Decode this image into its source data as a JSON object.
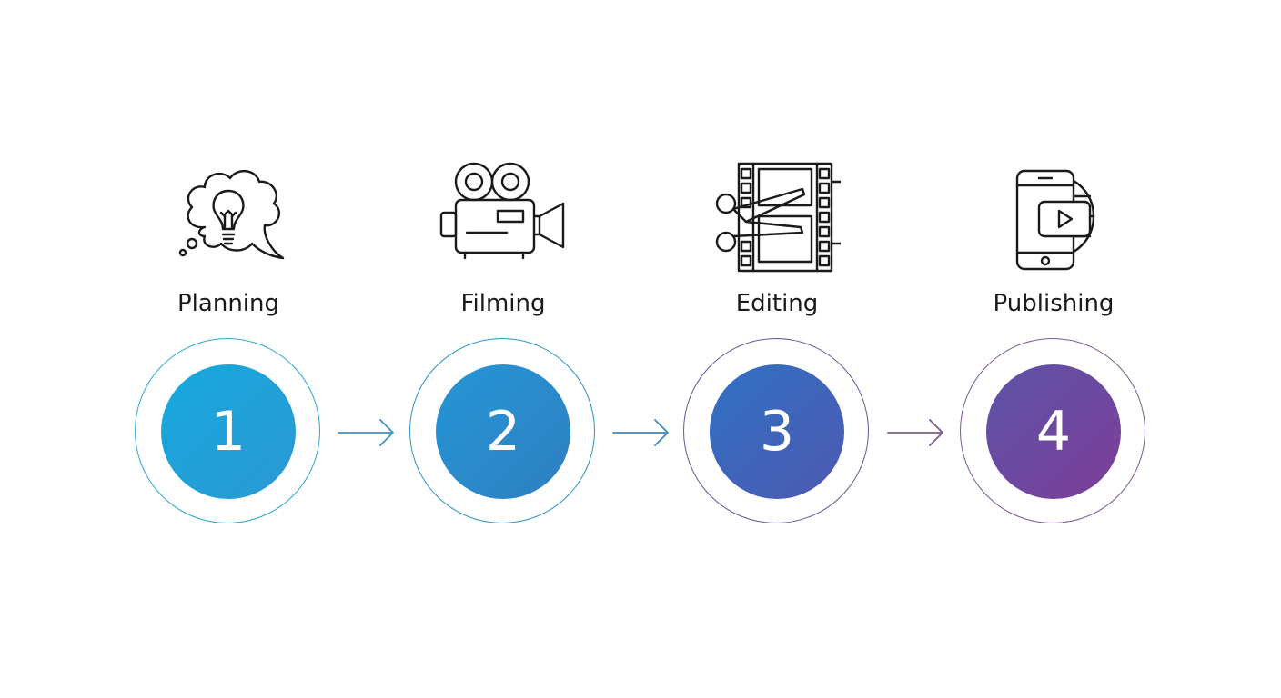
{
  "steps": [
    {
      "number": "1",
      "label": "Planning",
      "icon": "thought-bubble-lightbulb-icon",
      "ring_color": "#2ba6d3",
      "disc_from": "#15a9de",
      "disc_to": "#2c98d2"
    },
    {
      "number": "2",
      "label": "Filming",
      "icon": "movie-camera-icon",
      "ring_color": "#2a93c8",
      "disc_from": "#2496d6",
      "disc_to": "#2f7fc0"
    },
    {
      "number": "3",
      "label": "Editing",
      "icon": "film-strip-scissors-icon",
      "ring_color": "#5a5d96",
      "disc_from": "#2f71c4",
      "disc_to": "#4f59b0"
    },
    {
      "number": "4",
      "label": "Publishing",
      "icon": "phone-video-globe-icon",
      "ring_color": "#7a5a95",
      "disc_from": "#5b54a8",
      "disc_to": "#7e3d98"
    }
  ],
  "arrows": [
    {
      "from": "1",
      "to": "2",
      "color": "#3a96c4"
    },
    {
      "from": "2",
      "to": "3",
      "color": "#3a8bbd"
    },
    {
      "from": "3",
      "to": "4",
      "color": "#7a5a8f"
    }
  ]
}
